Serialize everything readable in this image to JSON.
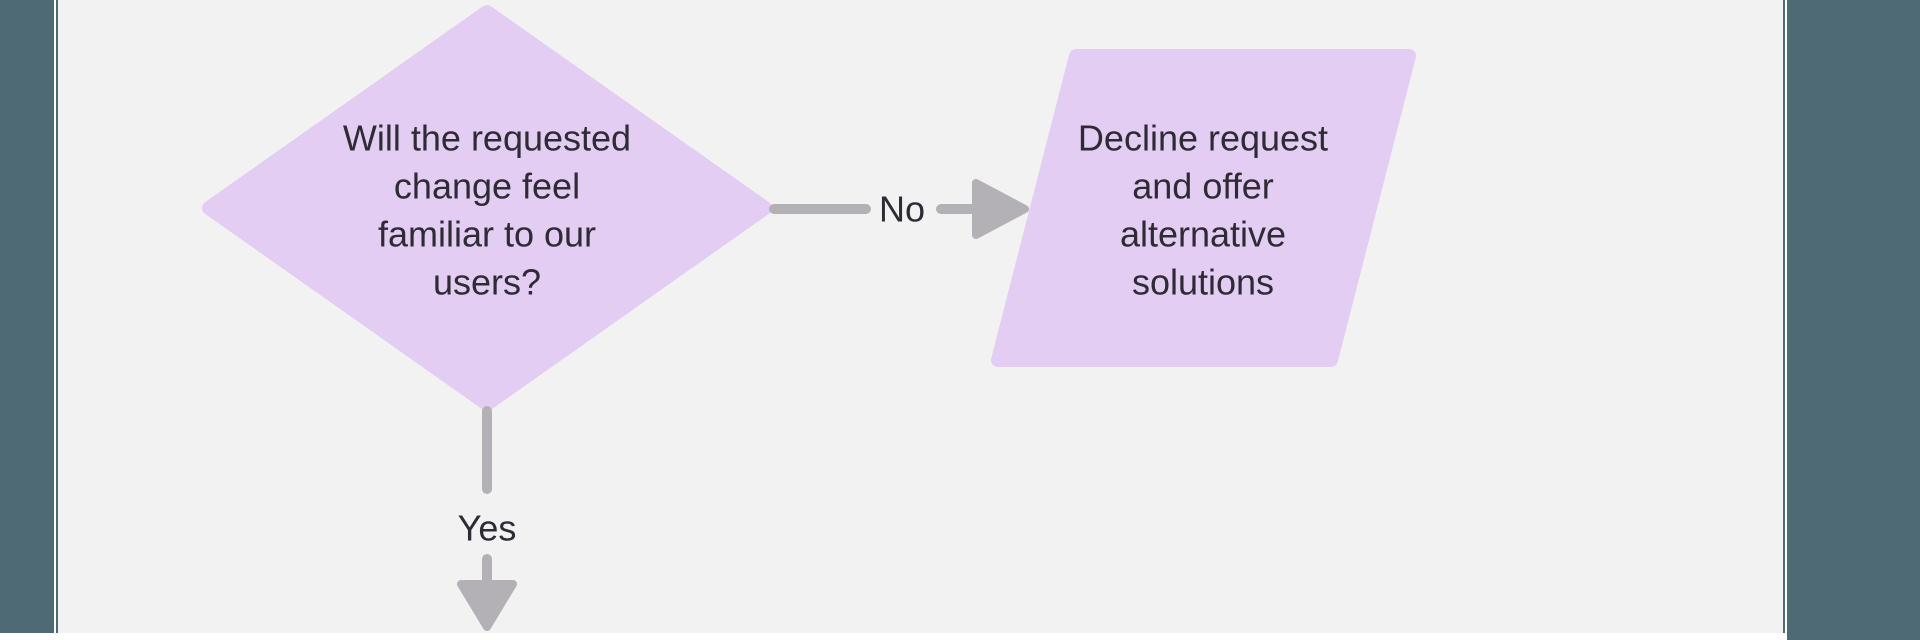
{
  "colors": {
    "background": "#f2f2f3",
    "frame": "#4d6a75",
    "node_fill": "#e3cdf3",
    "connector": "#b3b0b6",
    "text": "#2e2b35",
    "bottom_strip": "#ffffff"
  },
  "flowchart": {
    "decision_node": {
      "shape": "diamond",
      "lines": [
        "Will the requested",
        "change feel",
        "familiar to our",
        "users?"
      ]
    },
    "no_connector": {
      "label": "No"
    },
    "output_node": {
      "shape": "parallelogram",
      "lines": [
        "Decline request",
        "and offer",
        "alternative",
        "solutions"
      ]
    },
    "yes_connector": {
      "label": "Yes"
    }
  }
}
